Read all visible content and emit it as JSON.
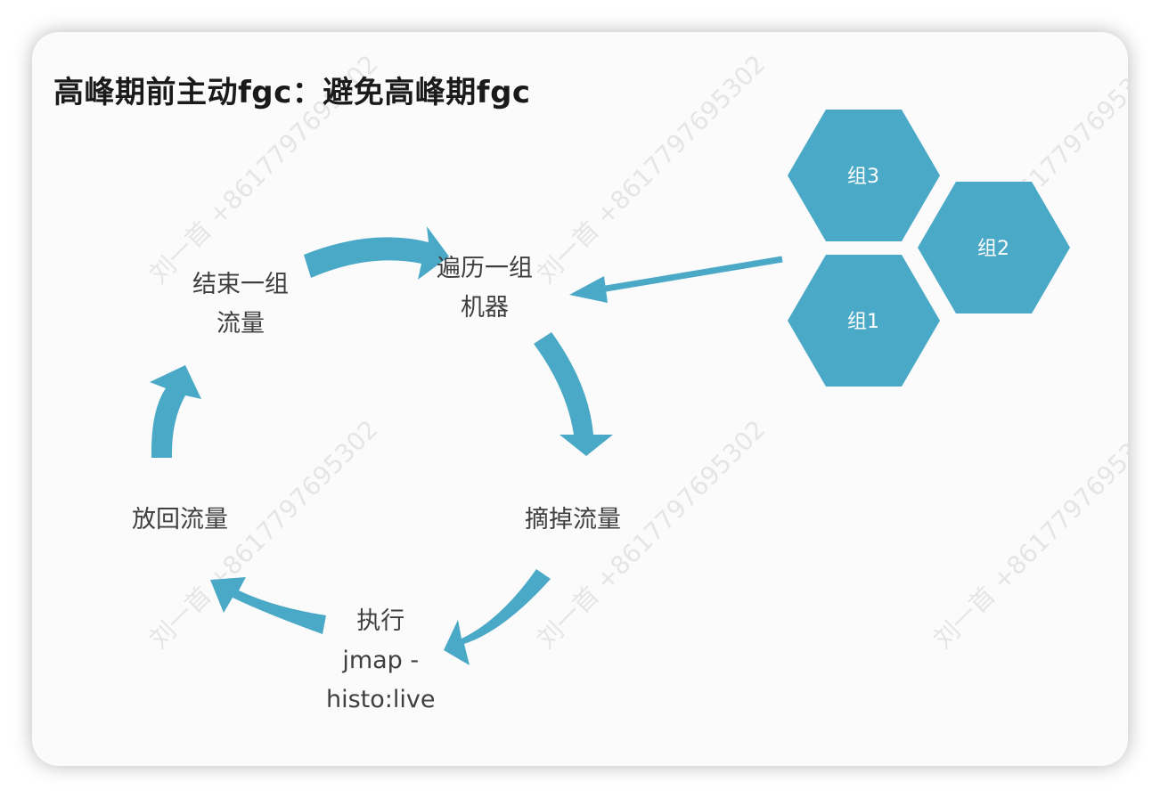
{
  "title": "高峰期前主动fgc：避免高峰期fgc",
  "cycle_steps": [
    {
      "lines": [
        "遍历一组",
        "机器"
      ]
    },
    {
      "lines": [
        "摘掉流量"
      ]
    },
    {
      "lines": [
        "执行",
        "jmap -",
        "histo:live"
      ]
    },
    {
      "lines": [
        "放回流量"
      ]
    },
    {
      "lines": [
        "结束一组",
        "流量"
      ]
    }
  ],
  "groups": [
    "组3",
    "组2",
    "组1"
  ],
  "colors": {
    "accent": "#4aa9c6",
    "title": "#1a1a1a",
    "text": "#3f3f3f"
  },
  "watermark": "刘一首 +8617797695302"
}
